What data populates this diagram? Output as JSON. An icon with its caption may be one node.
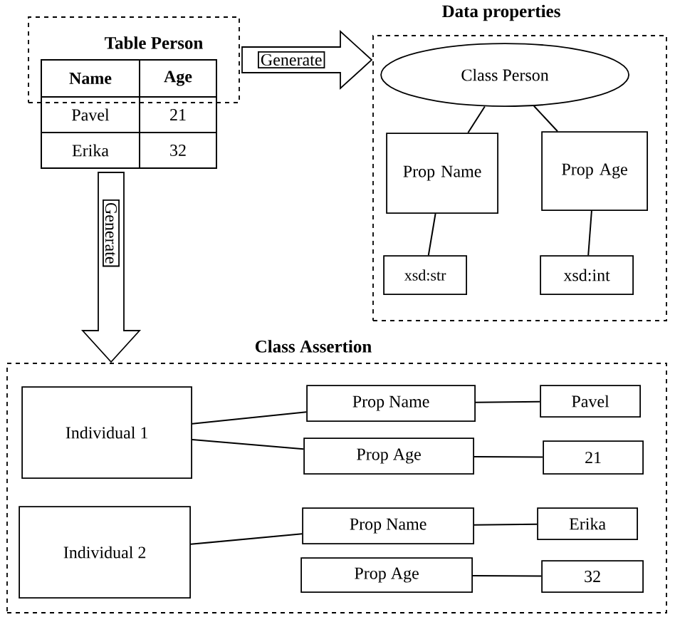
{
  "diagram": {
    "nodes": [
      {
        "text": [
          "Table Person"
        ]
      },
      {
        "text": [
          "Data properties"
        ]
      },
      {
        "text": [
          "Class Person"
        ],
        "in": 1
      },
      {
        "text": [
          "Prop Name"
        ],
        "in": 1
      },
      {
        "text": [
          "Prop Age"
        ],
        "in": 1
      },
      {
        "text": [
          "xsd:str"
        ],
        "in": 1
      },
      {
        "text": [
          "xsd:int"
        ],
        "in": 1
      },
      {
        "text": [
          "Class Assertion"
        ]
      },
      {
        "text": [
          "Individual 1"
        ],
        "in": 7
      },
      {
        "text": [
          "Prop Name"
        ],
        "in": 7
      },
      {
        "text": [
          "Pavel"
        ],
        "in": 7
      },
      {
        "text": [
          "Prop Age"
        ],
        "in": 7
      },
      {
        "text": [
          "21"
        ],
        "in": 7
      },
      {
        "text": [
          "Individual 2"
        ],
        "in": 7
      },
      {
        "text": [
          "Prop Name"
        ],
        "in": 7
      },
      {
        "text": [
          "Erika"
        ],
        "in": 7
      },
      {
        "text": [
          "Prop Age"
        ],
        "in": 7
      },
      {
        "text": [
          "32"
        ],
        "in": 7
      }
    ],
    "edges": [
      {
        "from": 0,
        "to": 1,
        "arrow": "to",
        "label": "Generate"
      },
      {
        "from": 0,
        "to": 7,
        "arrow": "to",
        "label": "Generate"
      },
      {
        "from": 2,
        "to": 3,
        "arrow": "none"
      },
      {
        "from": 2,
        "to": 4,
        "arrow": "none"
      },
      {
        "from": 3,
        "to": 5,
        "arrow": "none"
      },
      {
        "from": 4,
        "to": 6,
        "arrow": "none"
      },
      {
        "from": 8,
        "to": 9,
        "arrow": "none"
      },
      {
        "from": 8,
        "to": 11,
        "arrow": "none"
      },
      {
        "from": 9,
        "to": 10,
        "arrow": "none"
      },
      {
        "from": 11,
        "to": 12,
        "arrow": "none"
      },
      {
        "from": 13,
        "to": 14,
        "arrow": "none"
      },
      {
        "from": 14,
        "to": 15,
        "arrow": "none"
      },
      {
        "from": 16,
        "to": 17,
        "arrow": "none"
      }
    ],
    "labels": [
      "Name",
      "Age",
      "Pavel",
      "21",
      "Erika",
      "32"
    ]
  }
}
